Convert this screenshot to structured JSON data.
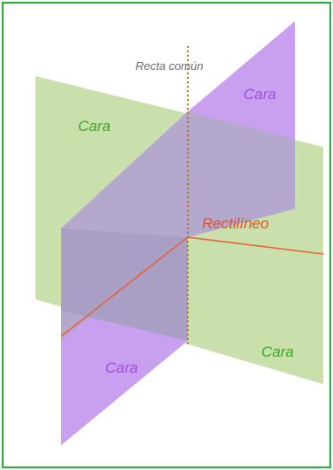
{
  "diagram": {
    "labels": {
      "common_line": "Recta común",
      "face_green_top": "Cara",
      "face_purple_top": "Cara",
      "rectilinear": "Rectilíneo",
      "face_purple_bottom": "Cara",
      "face_green_bottom": "Cara"
    },
    "colors": {
      "border": "#27ae3a",
      "green_plane": "#c9e0ad",
      "purple_plane": "#c99ff0",
      "overlap": "#b2a7c9",
      "common_line": "#b3701f",
      "rectilinear_line": "#e8623a",
      "green_text": "#3da825",
      "purple_text": "#9d4ee0",
      "red_text": "#e0502a",
      "gray_text": "#6a6a6a"
    }
  }
}
